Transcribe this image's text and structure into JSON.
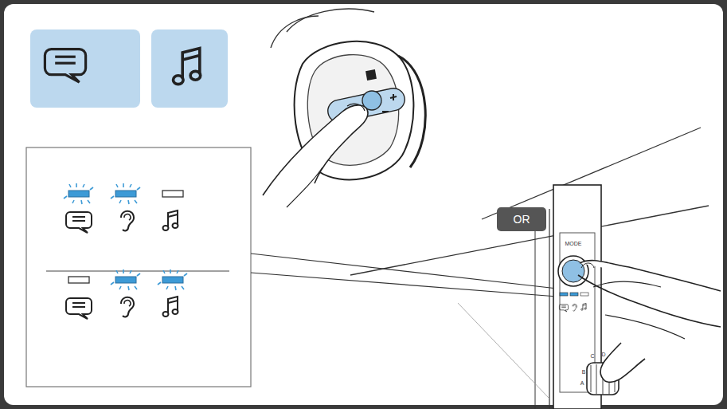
{
  "diagram": {
    "nodes": [
      {
        "text": [
          "OR"
        ]
      }
    ],
    "labels": [
      "MODE",
      "A",
      "B",
      "C",
      "D"
    ]
  }
}
